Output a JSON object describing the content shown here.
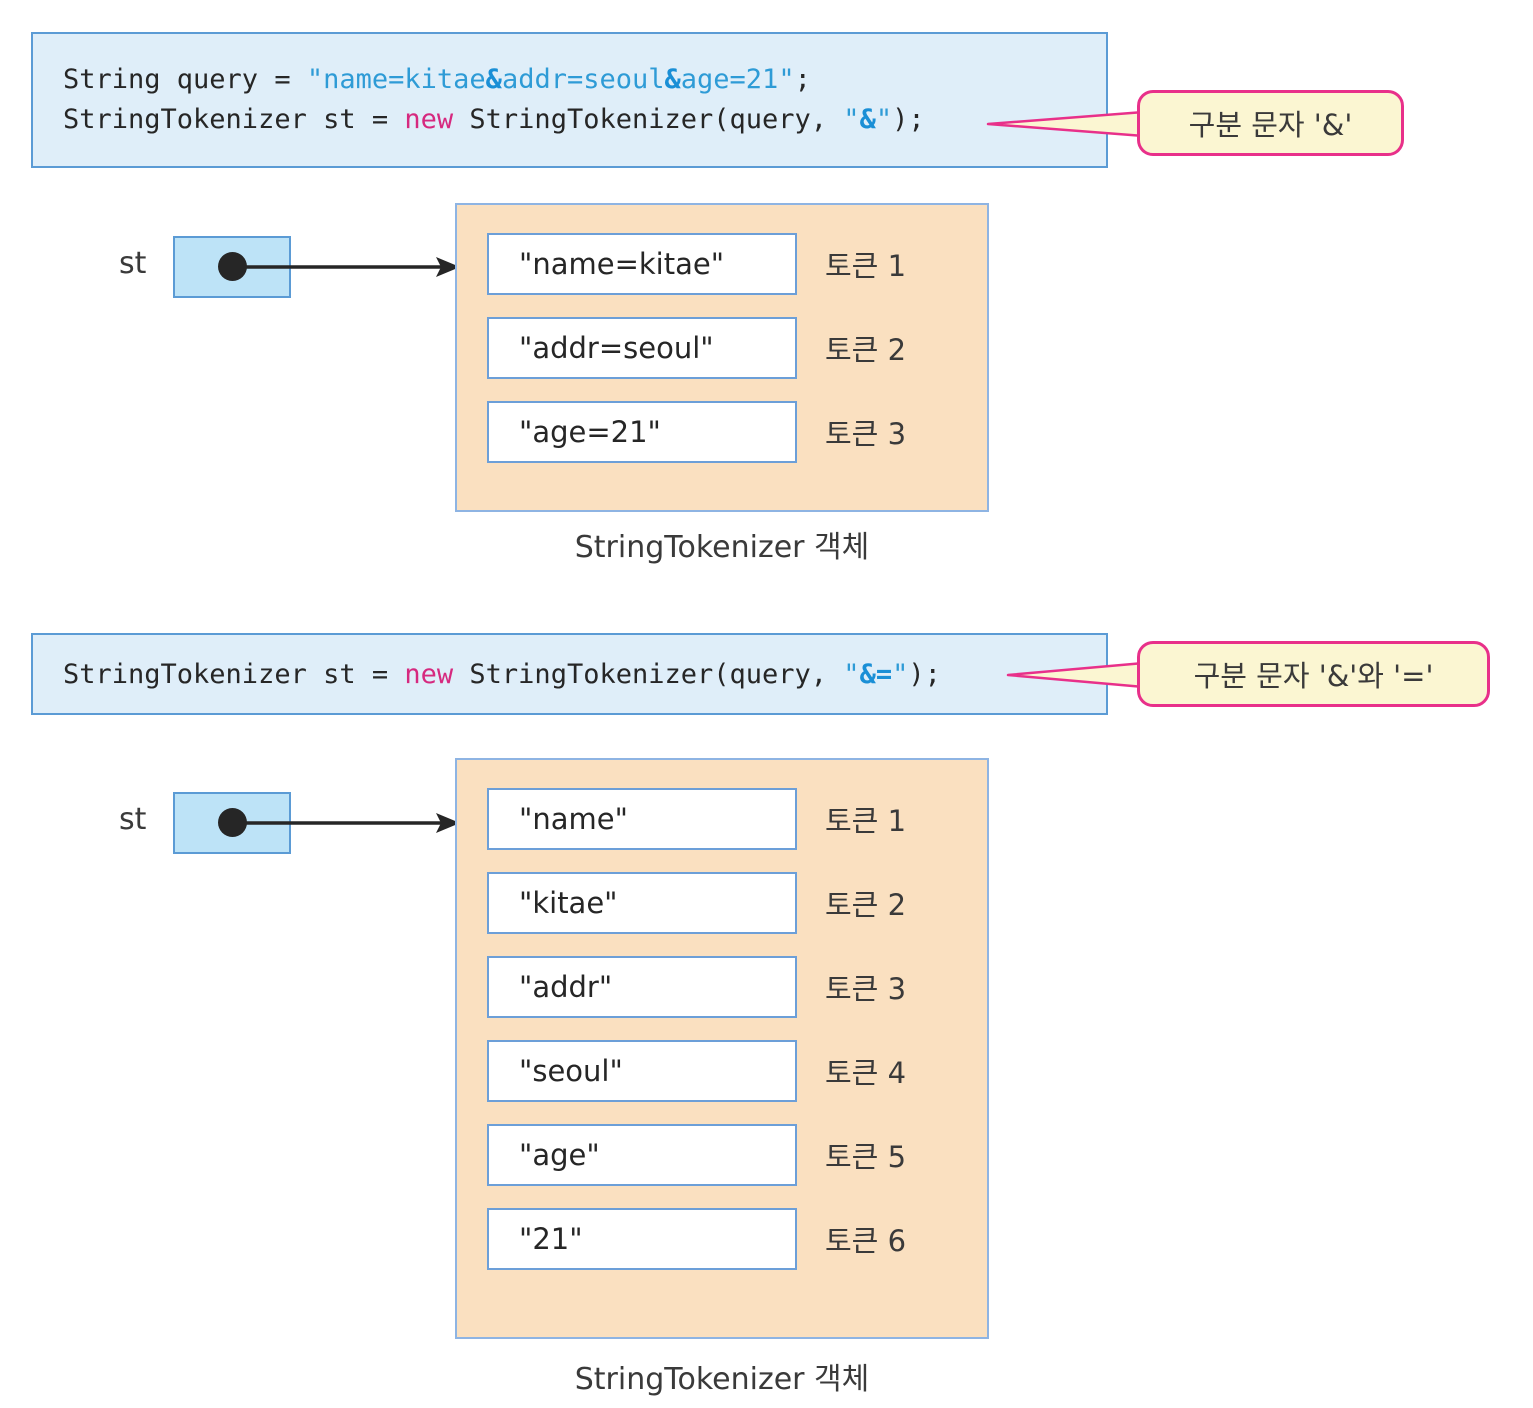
{
  "diagram": {
    "title": "StringTokenizer delimiter examples",
    "colors": {
      "code_bg": "#dfeef9",
      "code_border": "#5b9bd5",
      "callout_bg": "#fbf6d2",
      "callout_border": "#e8308a",
      "ref_box_bg": "#bde3f7",
      "container_bg": "#fae0c0",
      "container_border": "#8eb4e3",
      "token_box_bg": "#ffffff",
      "token_box_border": "#6c9fd8",
      "string_literal": "#2e9bd6",
      "keyword": "#d6297f",
      "arrow": "#262626"
    }
  },
  "section1": {
    "code": {
      "line1": {
        "pre": "String query = ",
        "quote_open": "\"",
        "s1": "name=kitae",
        "amp1": "&",
        "s2": "addr=seoul",
        "amp2": "&",
        "s3": "age=21",
        "quote_close": "\"",
        "post": ";"
      },
      "line2": {
        "pre": "StringTokenizer st = ",
        "kw": "new",
        "mid": " StringTokenizer(query, ",
        "quote_open": "\"",
        "amp": "&",
        "quote_close": "\"",
        "post": ");"
      }
    },
    "callout": "구분 문자 '&'",
    "ref_label": "st",
    "tokens": [
      {
        "value": "\"name=kitae\"",
        "label": "토큰 1"
      },
      {
        "value": "\"addr=seoul\"",
        "label": "토큰 2"
      },
      {
        "value": "\"age=21\"",
        "label": "토큰 3"
      }
    ],
    "caption": "StringTokenizer 객체"
  },
  "section2": {
    "code": {
      "line1": {
        "pre": "StringTokenizer st = ",
        "kw": "new",
        "mid": " StringTokenizer(query, ",
        "quote_open": "\"",
        "amp": "&=",
        "quote_close": "\"",
        "post": ");"
      }
    },
    "callout": "구분 문자 '&'와 '='",
    "ref_label": "st",
    "tokens": [
      {
        "value": "\"name\"",
        "label": "토큰 1"
      },
      {
        "value": "\"kitae\"",
        "label": "토큰 2"
      },
      {
        "value": "\"addr\"",
        "label": "토큰 3"
      },
      {
        "value": "\"seoul\"",
        "label": "토큰 4"
      },
      {
        "value": "\"age\"",
        "label": "토큰 5"
      },
      {
        "value": "\"21\"",
        "label": "토큰 6"
      }
    ],
    "caption": "StringTokenizer 객체"
  }
}
